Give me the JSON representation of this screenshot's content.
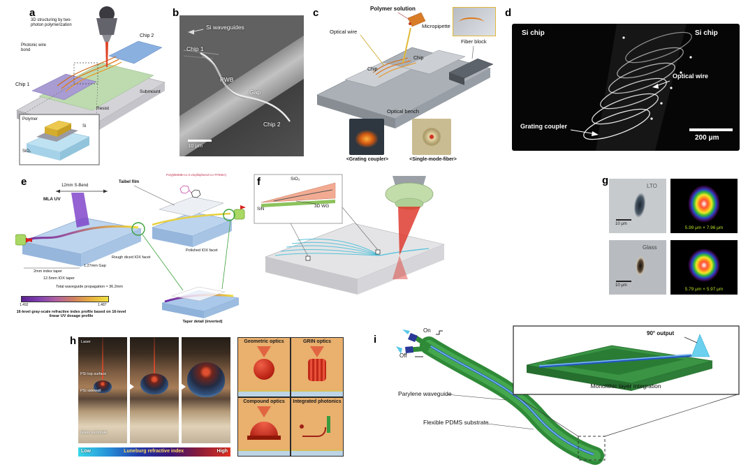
{
  "a": {
    "label": "a",
    "structuring": "3D structuring by two-photon polymerization",
    "photonic_wire_bond": "Photonic wire bond",
    "chip1": "Chip 1",
    "chip2": "Chip 2",
    "resist": "Resist",
    "submount": "Submount",
    "inset": {
      "polymer": "Polymer",
      "si": "Si",
      "sio2": "SiO₂"
    }
  },
  "b": {
    "label": "b",
    "si_waveguides": "Si waveguides",
    "chip1": "Chip 1",
    "pwb": "PWB",
    "gap": "Gap",
    "chip2": "Chip 2",
    "scale": "10 μm"
  },
  "c": {
    "label": "c",
    "polymer_solution": "Polymer solution",
    "optical_wire": "Optical wire",
    "micropipette": "Micropipette",
    "fiber_block": "Fiber block",
    "chip_left": "Chip",
    "chip_right": "Chip",
    "optical_bench": "Optical bench",
    "grating_coupler": "<Grating coupler>",
    "single_mode_fiber": "<Single-mode-fiber>"
  },
  "d": {
    "label": "d",
    "si_chip_left": "Si chip",
    "si_chip_right": "Si chip",
    "optical_wire": "Optical wire",
    "grating_coupler": "Grating coupler",
    "scale": "200 μm"
  },
  "e": {
    "label": "e",
    "mla_uv": "MLA UV",
    "film": "Taibel film",
    "polymer_name": "Poly(BMMB-co-4-vinylbiphenol-co-TFEMA)",
    "sbend": "12mm S-Bend",
    "index_taper": "2mm index taper",
    "gap": "1.27mm Gap",
    "iox_taper": "12.5mm IOX taper",
    "rough_facet": "Rough diced IOX facet",
    "polished_facet": "Polished IOX facet",
    "total": "Total waveguide propagation ≈ 36.2mm",
    "n_left": "1.492",
    "n_right": "1.487",
    "gradient_caption": "16-level gray-scale refractive index profile based on 16-level linear UV dosage profile",
    "taper_detail": "Taper detail (inverted)"
  },
  "f": {
    "label": "f",
    "sio2": "SiO₂",
    "sin": "SiN",
    "wg3d": "3D WG"
  },
  "g": {
    "label": "g",
    "lto": "LTO",
    "scale1": "10 μm",
    "mode1": "5.99 μm × 7.96 μm",
    "glass": "Glass",
    "scale2": "10 μm",
    "mode2": "5.79 μm × 5.97 μm"
  },
  "h": {
    "label": "h",
    "laser": "Laser",
    "psi_top": "PSi top surface",
    "psi_side": "PSi sidewall",
    "glass_substrate": "Glass substrate",
    "low": "Low",
    "bar_caption": "Luneburg refractive index",
    "high": "High",
    "geometric": "Geometric optics",
    "grin": "GRIN optics",
    "compound": "Compound optics",
    "integrated": "Integrated photonics"
  },
  "i": {
    "label": "i",
    "on": "On",
    "off": "Off",
    "output": "90° output",
    "parylene": "Parylene waveguide",
    "pdms": "Flexible PDMS substrate",
    "monolithic": "Monolithic layer integration"
  }
}
